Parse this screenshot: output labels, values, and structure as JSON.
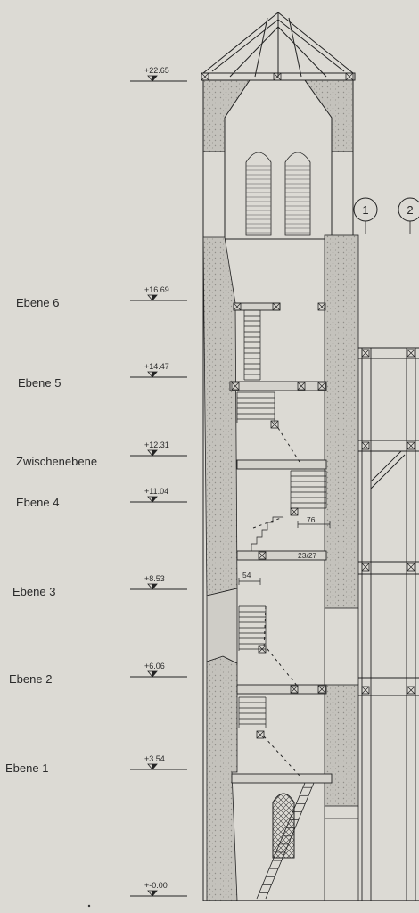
{
  "levels": [
    {
      "label": "",
      "elevation": "+22.65"
    },
    {
      "label": "Ebene 6",
      "elevation": "+16.69"
    },
    {
      "label": "Ebene 5",
      "elevation": "+14.47"
    },
    {
      "label": "Zwischenebene",
      "elevation": "+12.31"
    },
    {
      "label": "Ebene 4",
      "elevation": "+11.04"
    },
    {
      "label": "Ebene 3",
      "elevation": "+8.53"
    },
    {
      "label": "Ebene 2",
      "elevation": "+6.06"
    },
    {
      "label": "Ebene 1",
      "elevation": "+3.54"
    },
    {
      "label": "",
      "elevation": "+-0.00"
    }
  ],
  "dimensions": {
    "step_width_a": "76",
    "stair_ratio": "23/27",
    "step_width_b": "54"
  },
  "axes": {
    "axis_1": "1",
    "axis_2": "2"
  }
}
